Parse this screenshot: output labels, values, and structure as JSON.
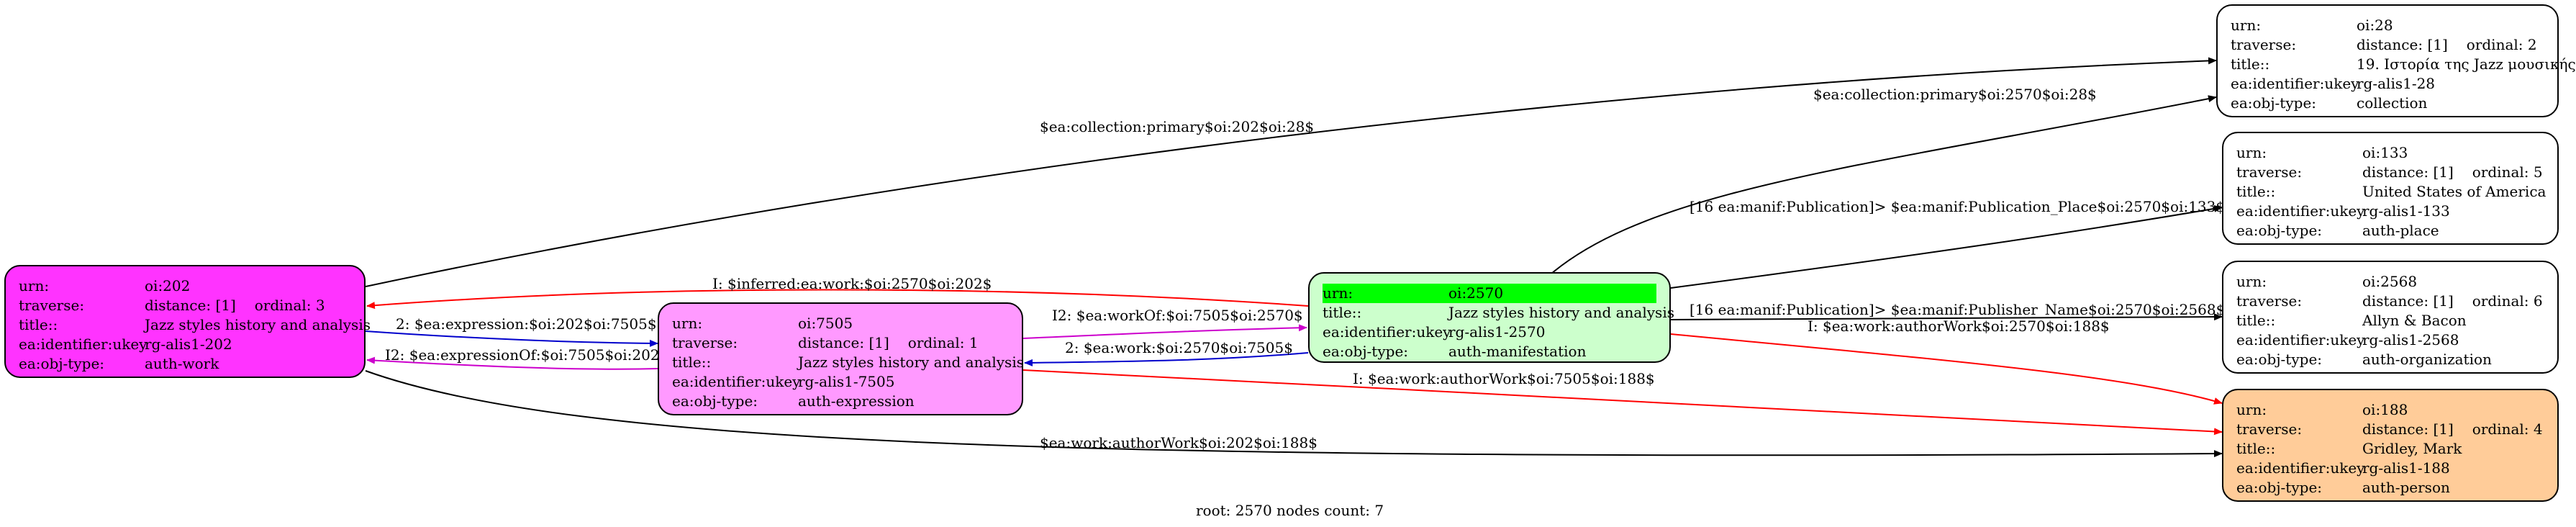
{
  "fields": {
    "urn": "urn:",
    "traverse": "traverse:",
    "title": "title::",
    "ukey": "ea:identifier:ukey",
    "type": "ea:obj-type:"
  },
  "footer": "root: 2570 nodes count: 7",
  "colors": {
    "work": "#ff33ff",
    "expression": "#ff99ff",
    "manifestation": "#ccffcc",
    "person": "#ffcc99",
    "other": "#ffffff",
    "highlight": "#00ff00",
    "red": "#ff0000",
    "blue": "#0000cc",
    "magenta": "#cc00cc",
    "black": "#000000"
  },
  "nodes": {
    "n202": {
      "urn": "oi:202",
      "distance": "distance: [1]",
      "ordinal": "ordinal: 3",
      "title": "Jazz styles history and analysis",
      "ukey": "rg-alis1-202",
      "type": "auth-work"
    },
    "n7505": {
      "urn": "oi:7505",
      "distance": "distance: [1]",
      "ordinal": "ordinal: 1",
      "title": "Jazz styles history and analysis",
      "ukey": "rg-alis1-7505",
      "type": "auth-expression"
    },
    "n2570": {
      "urn": "oi:2570",
      "title": "Jazz styles history and analysis",
      "ukey": "rg-alis1-2570",
      "type": "auth-manifestation"
    },
    "n28": {
      "urn": "oi:28",
      "distance": "distance: [1]",
      "ordinal": "ordinal: 2",
      "title": "19. Ιστορία της Jazz μουσικής",
      "ukey": "rg-alis1-28",
      "type": "collection"
    },
    "n133": {
      "urn": "oi:133",
      "distance": "distance: [1]",
      "ordinal": "ordinal: 5",
      "title": "United States of America",
      "ukey": "rg-alis1-133",
      "type": "auth-place"
    },
    "n2568": {
      "urn": "oi:2568",
      "distance": "distance: [1]",
      "ordinal": "ordinal: 6",
      "title": "Allyn & Bacon",
      "ukey": "rg-alis1-2568",
      "type": "auth-organization"
    },
    "n188": {
      "urn": "oi:188",
      "distance": "distance: [1]",
      "ordinal": "ordinal: 4",
      "title": "Gridley, Mark",
      "ukey": "rg-alis1-188",
      "type": "auth-person"
    }
  },
  "edges": {
    "e1": "$ea:collection:primary$oi:202$oi:28$",
    "e2": "$ea:collection:primary$oi:2570$oi:28$",
    "e3": "[16 ea:manif:Publication]> $ea:manif:Publication_Place$oi:2570$oi:133$16",
    "e4": "[16 ea:manif:Publication]> $ea:manif:Publisher_Name$oi:2570$oi:2568$16",
    "e5": "I: $ea:work:authorWork$oi:2570$oi:188$",
    "e6": "I: $inferred:ea:work:$oi:2570$oi:202$",
    "e7": "I2: $ea:workOf:$oi:7505$oi:2570$",
    "e8": "2: $ea:work:$oi:2570$oi:7505$",
    "e9": "2: $ea:expression:$oi:202$oi:7505$",
    "e10": "I2: $ea:expressionOf:$oi:7505$oi:202$",
    "e11": "I: $ea:work:authorWork$oi:7505$oi:188$",
    "e12": "$ea:work:authorWork$oi:202$oi:188$"
  }
}
